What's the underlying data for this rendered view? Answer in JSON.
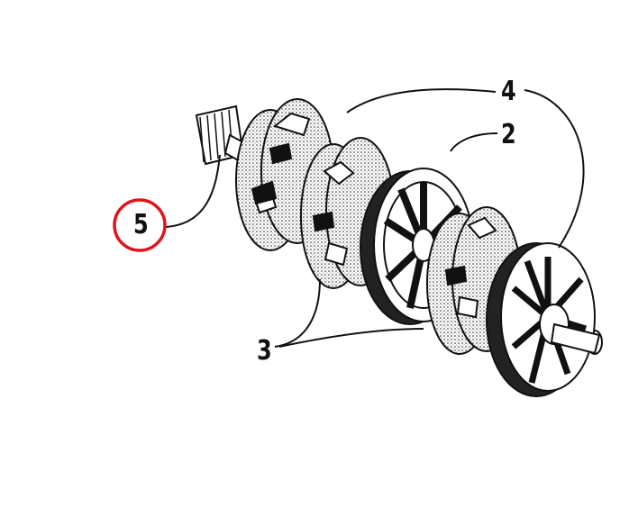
{
  "diagram": {
    "callouts": [
      {
        "id": "4",
        "label": "4",
        "highlighted": false
      },
      {
        "id": "2",
        "label": "2",
        "highlighted": false
      },
      {
        "id": "5",
        "label": "5",
        "highlighted": true
      },
      {
        "id": "3",
        "label": "3",
        "highlighted": false
      }
    ],
    "highlight_color": "#e0151b",
    "ink_color": "#111111"
  }
}
